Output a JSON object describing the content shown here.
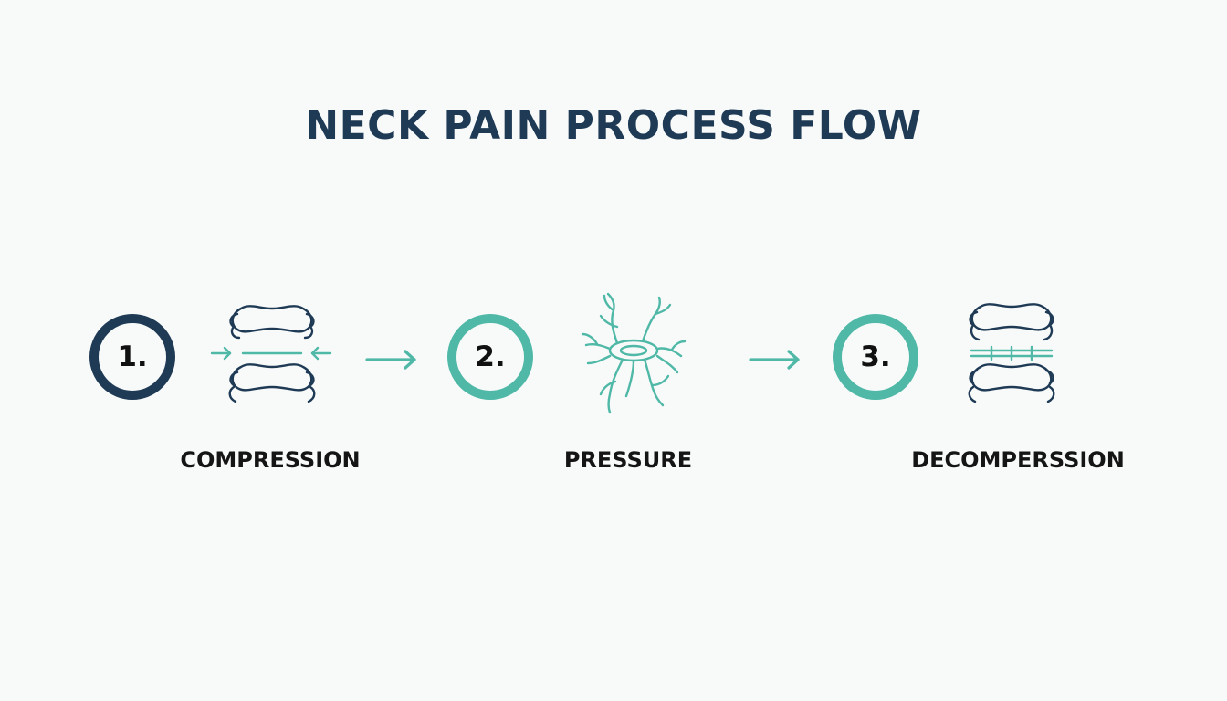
{
  "title": "NECK PAIN PROCESS FLOW",
  "colors": {
    "navy": "#1f3a55",
    "teal": "#4fb8a6",
    "text": "#151515",
    "background": "#f8fafa"
  },
  "steps": [
    {
      "number": "1.",
      "label": "COMPRESSION",
      "ring_color": "#1f3a55",
      "icon": "compressed-vertebrae-icon"
    },
    {
      "number": "2.",
      "label": "PRESSURE",
      "ring_color": "#4fb8a6",
      "icon": "pinched-nerve-icon"
    },
    {
      "number": "3.",
      "label": "DECOMPERSSION",
      "ring_color": "#4fb8a6",
      "icon": "decompressed-vertebrae-icon"
    }
  ]
}
